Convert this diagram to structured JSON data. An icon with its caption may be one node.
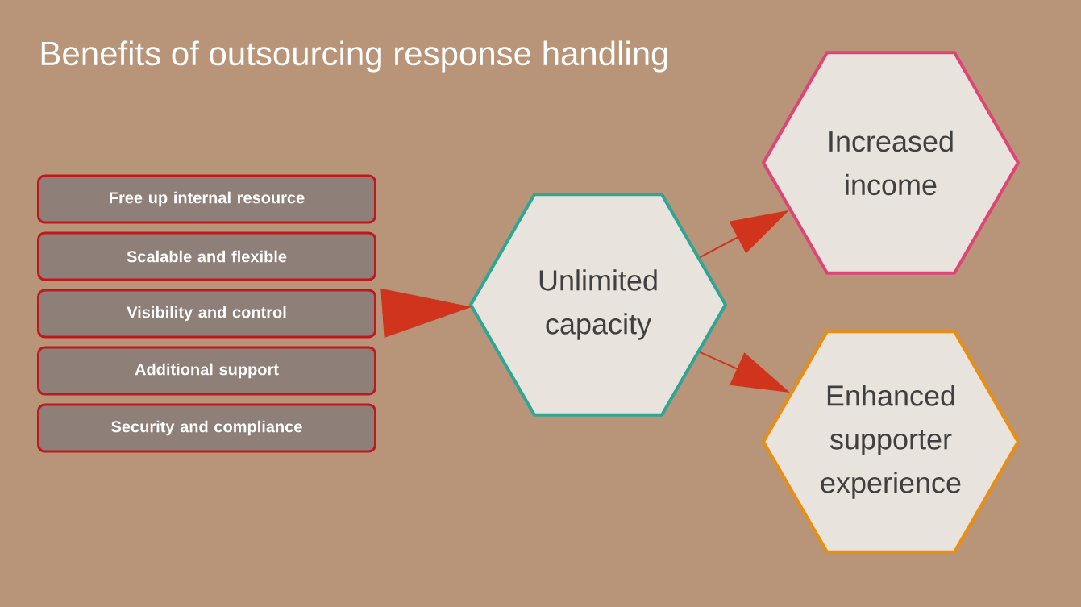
{
  "diagram": {
    "title": "Benefits of outsourcing response handling",
    "nodes": [
      {
        "text": [
          "Free up internal resource"
        ]
      },
      {
        "text": [
          "Scalable and flexible"
        ]
      },
      {
        "text": [
          "Visibility and control"
        ]
      },
      {
        "text": [
          "Additional support"
        ]
      },
      {
        "text": [
          "Security and compliance"
        ]
      },
      {
        "text": [
          "Unlimited capacity"
        ]
      },
      {
        "text": [
          "Increased income"
        ]
      },
      {
        "text": [
          "Enhanced supporter experience"
        ]
      }
    ],
    "edges": [
      {
        "from": 2,
        "to": 5,
        "arrow": "to"
      },
      {
        "from": 5,
        "to": 6,
        "arrow": "to"
      },
      {
        "from": 5,
        "to": 7,
        "arrow": "to"
      }
    ]
  }
}
